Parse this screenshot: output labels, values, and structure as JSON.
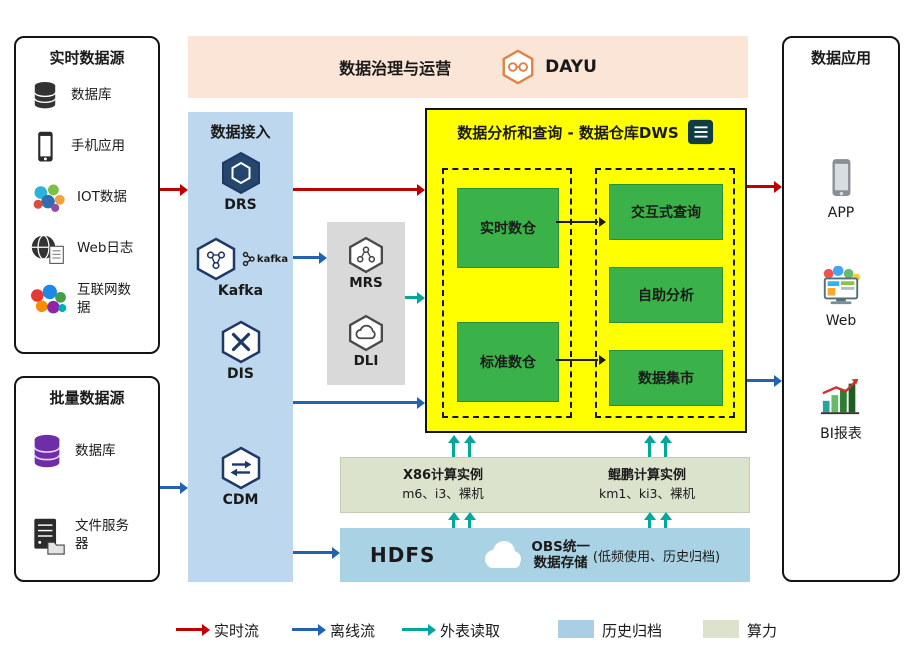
{
  "governance": {
    "title": "数据治理与运营",
    "logo_text": "DAYU"
  },
  "realtime_sources": {
    "title": "实时数据源",
    "items": [
      {
        "label": "数据库",
        "icon": "database-icon"
      },
      {
        "label": "手机应用",
        "icon": "mobile-app-icon"
      },
      {
        "label": "IOT数据",
        "icon": "iot-icon"
      },
      {
        "label": "Web日志",
        "icon": "web-log-icon"
      },
      {
        "label": "互联网数据",
        "icon": "internet-data-icon"
      }
    ]
  },
  "batch_sources": {
    "title": "批量数据源",
    "items": [
      {
        "label": "数据库",
        "icon": "database-purple-icon"
      },
      {
        "label": "文件服务器",
        "icon": "file-server-icon"
      }
    ]
  },
  "ingestion": {
    "title": "数据接入",
    "items": [
      {
        "label": "DRS",
        "icon": "drs-icon"
      },
      {
        "label": "Kafka",
        "icon": "kafka-icon",
        "logo_text": "kafka"
      },
      {
        "label": "DIS",
        "icon": "dis-icon"
      },
      {
        "label": "CDM",
        "icon": "cdm-icon"
      }
    ]
  },
  "processing": {
    "items": [
      {
        "label": "MRS",
        "icon": "mrs-icon"
      },
      {
        "label": "DLI",
        "icon": "dli-icon"
      }
    ]
  },
  "dws": {
    "title": "数据分析和查询 - 数据仓库DWS",
    "warehouses": [
      {
        "label": "实时数仓"
      },
      {
        "label": "标准数仓"
      }
    ],
    "services": [
      {
        "label": "交互式查询"
      },
      {
        "label": "自助分析"
      },
      {
        "label": "数据集市"
      }
    ]
  },
  "compute": {
    "instances": [
      {
        "title": "X86计算实例",
        "detail": "m6、i3、裸机"
      },
      {
        "title": "鲲鹏计算实例",
        "detail": "km1、ki3、裸机"
      }
    ]
  },
  "storage": {
    "hdfs_label": "HDFS",
    "obs_line1": "OBS统一",
    "obs_line2": "数据存储",
    "note": "(低频使用、历史归档)"
  },
  "applications": {
    "title": "数据应用",
    "items": [
      {
        "label": "APP",
        "icon": "app-phone-icon"
      },
      {
        "label": "Web",
        "icon": "web-browser-icon"
      },
      {
        "label": "BI报表",
        "icon": "bi-report-icon"
      }
    ]
  },
  "legend": {
    "items": [
      {
        "label": "实时流",
        "type": "arrow",
        "color": "#c00000"
      },
      {
        "label": "离线流",
        "type": "arrow",
        "color": "#2163ae"
      },
      {
        "label": "外表读取",
        "type": "arrow",
        "color": "#00a79b"
      },
      {
        "label": "历史归档",
        "type": "swatch",
        "color": "#aacfe4"
      },
      {
        "label": "算力",
        "type": "swatch",
        "color": "#dbe3cd"
      }
    ]
  },
  "colors": {
    "realtime_flow": "#c00000",
    "offline_flow": "#2163ae",
    "external_read": "#00a79b",
    "archive_bg": "#aacfe4",
    "compute_bg": "#dbe3cd",
    "governance_bg": "#fbe5d6",
    "ingestion_bg": "#bdd7ee",
    "processing_bg": "#d9d9d9",
    "dws_bg": "#ffff00",
    "warehouse_green": "#3bb149"
  }
}
